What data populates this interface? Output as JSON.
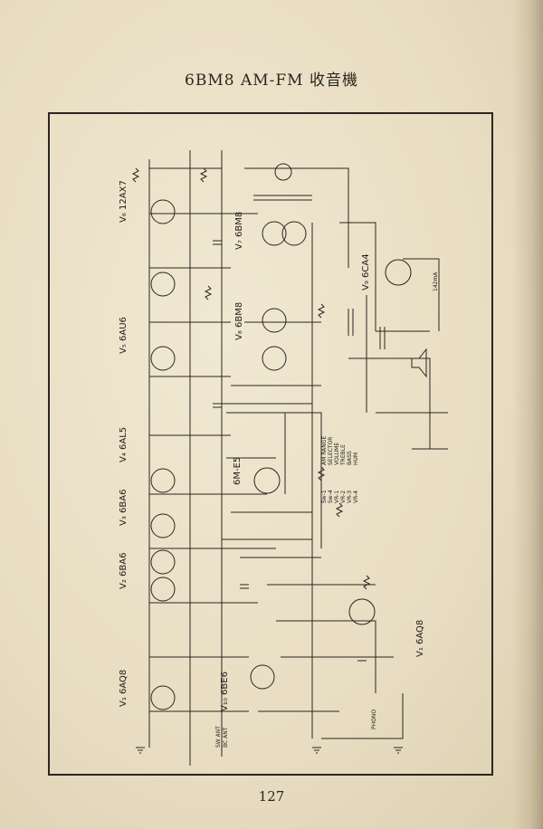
{
  "page": {
    "title": "6BM8 AM-FM 收音機",
    "page_number": "127"
  },
  "schematic": {
    "tube_labels": [
      "V₁ 6AQ8",
      "V₂ 6BA6",
      "V₃ 6BA6",
      "V₄ 6AL5",
      "V₅ 6AU6",
      "V₆ 12AX7",
      "V₇ 6BM8",
      "V₈ 6BM8",
      "V₉ 6CA4",
      "V₁₀ 6BE6",
      "V₁ 6AQ8"
    ],
    "tuning_indicator": "6M-E5",
    "switch_legend": [
      {
        "code": "Sw-1",
        "name": "AM RANGE"
      },
      {
        "code": "Sw-4",
        "name": "SELECTOR"
      },
      {
        "code": "VR-1",
        "name": "VOLUME"
      },
      {
        "code": "VR-2",
        "name": "TREBLE"
      },
      {
        "code": "VR-3",
        "name": "BASS"
      },
      {
        "code": "VR-4",
        "name": "HUM"
      }
    ],
    "misc_labels": [
      "PHONO",
      "SW ANT",
      "BC ANT",
      "142mA"
    ]
  }
}
